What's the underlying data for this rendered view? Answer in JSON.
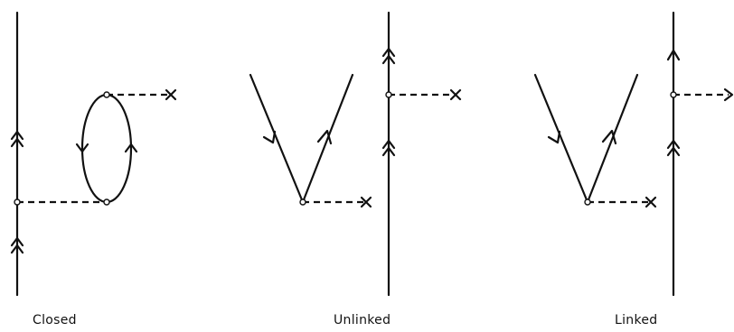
{
  "diagrams": [
    {
      "id": "closed",
      "caption": "Closed"
    },
    {
      "id": "unlinked",
      "caption": "Unlinked"
    },
    {
      "id": "linked",
      "caption": "Linked"
    }
  ]
}
